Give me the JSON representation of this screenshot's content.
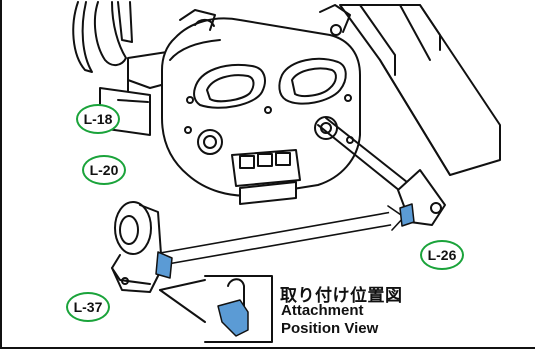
{
  "labels": {
    "l18": "L-18",
    "l20": "L-20",
    "l26": "L-26",
    "l37": "L-37"
  },
  "position_view": {
    "title_ja": "取り付け位置図",
    "title_en_line1": "Attachment",
    "title_en_line2": "Position View"
  },
  "colors": {
    "label_border": "#1aa33a",
    "highlight_part": "#5b9bd5",
    "outline": "#111111"
  }
}
